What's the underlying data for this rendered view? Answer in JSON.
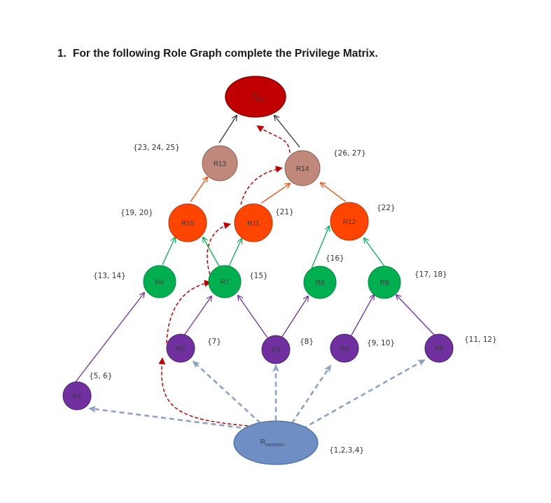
{
  "question": {
    "number": "1.",
    "text": "For the following Role Graph complete the Privilege Matrix."
  },
  "roles": {
    "rmax": {
      "label": "R",
      "sub": "max"
    },
    "r13": "R13",
    "r14": "R14",
    "r10": "R10",
    "r11": "R11",
    "r12": "R12",
    "r6": "R6",
    "r7": "R7",
    "r8": "R8",
    "r9": "R9",
    "r1": "R1",
    "r2": "R2",
    "r3": "R3",
    "r4": "R4",
    "r5": "R5",
    "rcommon": {
      "label": "R",
      "sub": "common"
    }
  },
  "privileges": {
    "r13": "{23, 24, 25}",
    "r14": "{26, 27}",
    "r10": "{19, 20}",
    "r11": "{21}",
    "r12": "{22}",
    "r12b": "{16}",
    "r6": "{13, 14}",
    "r7": "{15}",
    "r9": "{17, 18}",
    "r2": "{7}",
    "r3": "{8}",
    "r4": "{9, 10}",
    "r5": "{11, 12}",
    "r1": "{5, 6}",
    "rcommon": "{1,2,3,4}"
  },
  "colors": {
    "max": "#c00000",
    "top": "#c0887a",
    "mid": "#ff4500",
    "green": "#00b050",
    "purple": "#7030a0",
    "common": "#6f8fc4",
    "edge_dark": "#333333",
    "edge_orange": "#ff4500",
    "edge_green": "#00b050",
    "edge_purple": "#7030a0",
    "edge_dashed_red": "#c00000",
    "edge_dashed_blue": "#8ea2c0"
  }
}
